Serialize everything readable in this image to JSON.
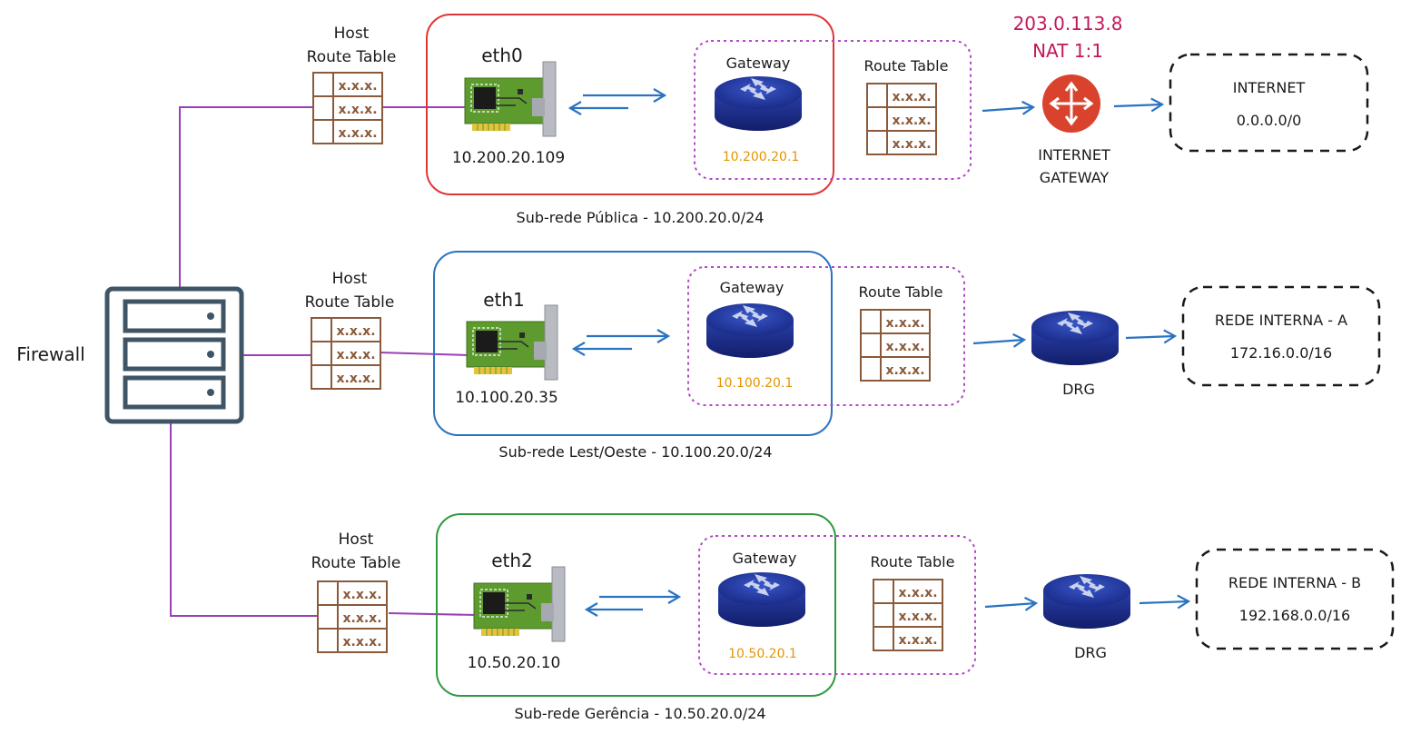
{
  "firewall": {
    "label": "Firewall"
  },
  "host_route_table_label": [
    "Host",
    "Route Table"
  ],
  "route_table_cell": "x.x.x.",
  "gateway_label": "Gateway",
  "route_table_label": "Route Table",
  "subnets": [
    {
      "interface": "eth0",
      "host_ip": "10.200.20.109",
      "gateway_ip": "10.200.20.1",
      "caption": "Sub-rede Pública - 10.200.20.0/24",
      "color": "#e03535"
    },
    {
      "interface": "eth1",
      "host_ip": "10.100.20.35",
      "gateway_ip": "10.100.20.1",
      "caption": "Sub-rede Lest/Oeste - 10.100.20.0/24",
      "color": "#2a73c0"
    },
    {
      "interface": "eth2",
      "host_ip": "10.50.20.10",
      "gateway_ip": "10.50.20.1",
      "caption": "Sub-rede Gerência - 10.50.20.0/24",
      "color": "#2e9a3e"
    }
  ],
  "internet_gateway": {
    "nat_ip": "203.0.113.8",
    "nat_label": "NAT 1:1",
    "label": [
      "INTERNET",
      "GATEWAY"
    ]
  },
  "drg": {
    "label": "DRG"
  },
  "destinations": [
    {
      "name": "INTERNET",
      "cidr": "0.0.0.0/0"
    },
    {
      "name": "REDE INTERNA - A",
      "cidr": "172.16.0.0/16"
    },
    {
      "name": "REDE INTERNA - B",
      "cidr": "192.168.0.0/16"
    }
  ],
  "colors": {
    "link": "#9b3fb5",
    "arrow": "#2a73c0",
    "gateway_border": "#b347c7",
    "gateway_ip": "#e59400",
    "nat": "#c2185b",
    "table": "#8a5a3a"
  }
}
